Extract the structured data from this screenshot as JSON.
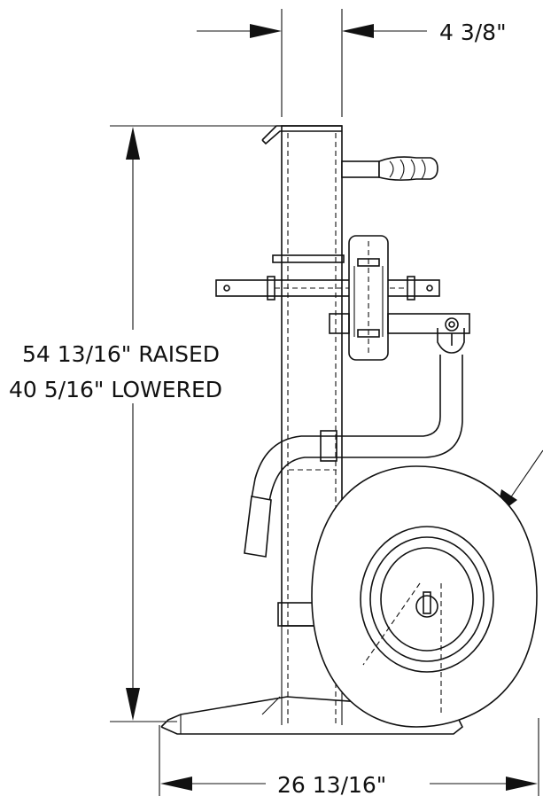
{
  "dimensions": {
    "width_top": "4 3/8\"",
    "height_raised": "54 13/16\" RAISED",
    "height_lowered": "40 5/16\" LOWERED",
    "width_base": "26 13/16\""
  }
}
